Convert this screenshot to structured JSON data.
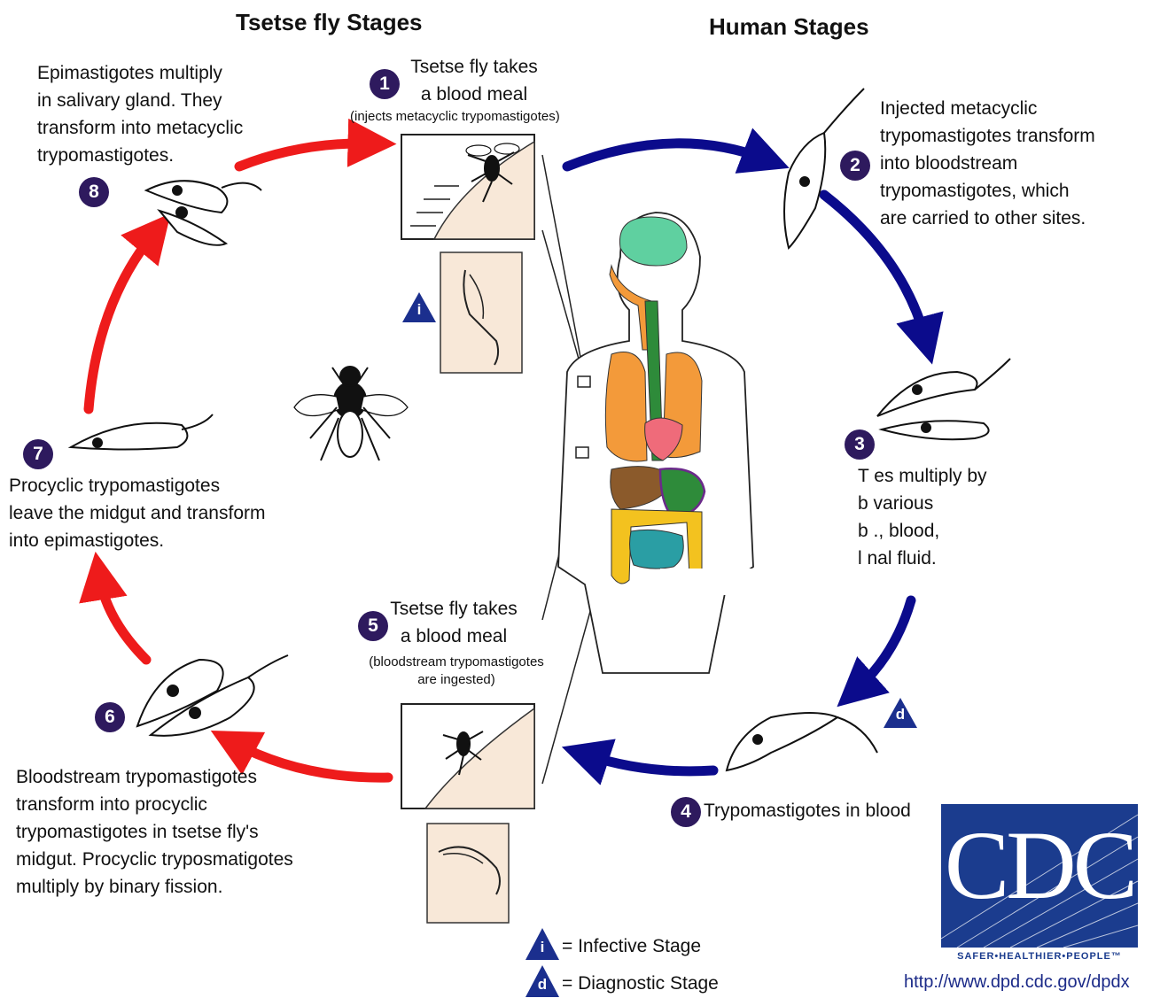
{
  "headers": {
    "tsetse": "Tsetse fly Stages",
    "human": "Human Stages"
  },
  "stages": [
    {
      "number": "1",
      "title": "Tsetse fly takes\na blood meal",
      "note": "(injects metacyclic trypomastigotes)"
    },
    {
      "number": "2",
      "text": "Injected metacyclic\ntrypomastigotes transform\ninto bloodstream\ntrypomastigotes, which\nare carried to other sites."
    },
    {
      "number": "3",
      "text": "T          es multiply by\nb          various\nb          ., blood,\nl          nal fluid."
    },
    {
      "number": "4",
      "text": "Trypomastigotes in blood"
    },
    {
      "number": "5",
      "title": "Tsetse fly takes\na blood meal",
      "note": "(bloodstream trypomastigotes\nare ingested)"
    },
    {
      "number": "6",
      "text": "Bloodstream trypomastigotes\ntransform into procyclic\ntrypomastigotes in tsetse fly's\nmidgut. Procyclic tryposmatigotes\nmultiply by binary fission."
    },
    {
      "number": "7",
      "text": "Procyclic trypomastigotes\nleave the midgut and transform\ninto epimastigotes."
    },
    {
      "number": "8",
      "text": "Epimastigotes multiply\nin salivary gland. They\ntransform into metacyclic\ntrypomastigotes."
    }
  ],
  "markers": {
    "infective": "i",
    "diagnostic": "d"
  },
  "legend": {
    "infective_symbol": "i",
    "infective_label": "= Infective Stage",
    "diagnostic_symbol": "d",
    "diagnostic_label": "= Diagnostic Stage"
  },
  "logo": {
    "name": "CDC",
    "tagline": "SAFER•HEALTHIER•PEOPLE™",
    "url": "http://www.dpd.cdc.gov/dpdx"
  },
  "colors": {
    "fly_arrows": "#ee1b1b",
    "human_arrows": "#0b0b8c",
    "number_badge": "#2e1a5e",
    "cdc_blue": "#1b3c8e",
    "skin": "#f8e8d8"
  }
}
